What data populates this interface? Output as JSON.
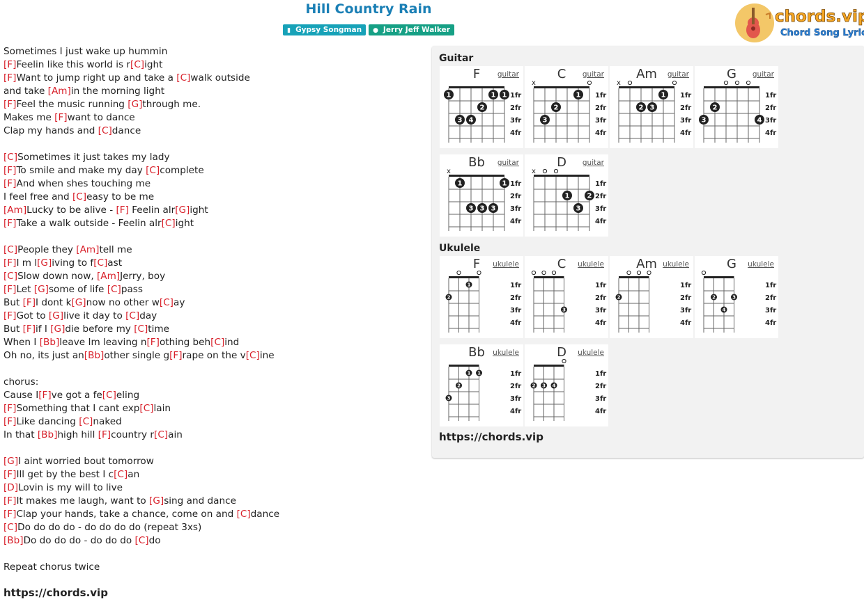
{
  "song": {
    "title": "Hill Country Rain",
    "tag_song": "Gypsy Songman",
    "tag_artist": "Jerry Jeff Walker"
  },
  "logo": {
    "brand": "chords.vip",
    "tagline": "Chord Song Lyric",
    "brand_color": "#f5a623",
    "tagline_color": "#2a7fd4"
  },
  "lyrics": [
    [
      {
        "t": "Sometimes I just wake up hummin"
      }
    ],
    [
      {
        "c": "[F]"
      },
      {
        "t": "Feelin like this world is r"
      },
      {
        "c": "[C]"
      },
      {
        "t": "ight"
      }
    ],
    [
      {
        "c": "[F]"
      },
      {
        "t": "Want to jump right up and take a "
      },
      {
        "c": "[C]"
      },
      {
        "t": "walk outside"
      }
    ],
    [
      {
        "t": "and take "
      },
      {
        "c": "[Am]"
      },
      {
        "t": "in the morning light"
      }
    ],
    [
      {
        "c": "[F]"
      },
      {
        "t": "Feel the music running "
      },
      {
        "c": "[G]"
      },
      {
        "t": "through me."
      }
    ],
    [
      {
        "t": "Makes me "
      },
      {
        "c": "[F]"
      },
      {
        "t": "want to dance"
      }
    ],
    [
      {
        "t": "Clap my hands and "
      },
      {
        "c": "[C]"
      },
      {
        "t": "dance"
      }
    ],
    [],
    [
      {
        "c": "[C]"
      },
      {
        "t": "Sometimes it just takes my lady"
      }
    ],
    [
      {
        "c": "[F]"
      },
      {
        "t": "To smile and make my day "
      },
      {
        "c": "[C]"
      },
      {
        "t": "complete"
      }
    ],
    [
      {
        "c": "[F]"
      },
      {
        "t": "And when shes touching me"
      }
    ],
    [
      {
        "t": "I feel free and "
      },
      {
        "c": "[C]"
      },
      {
        "t": "easy to be me"
      }
    ],
    [
      {
        "c": "[Am]"
      },
      {
        "t": "Lucky to be alive - "
      },
      {
        "c": "[F]"
      },
      {
        "t": " Feelin alr"
      },
      {
        "c": "[G]"
      },
      {
        "t": "ight"
      }
    ],
    [
      {
        "c": "[F]"
      },
      {
        "t": "Take a walk outside - Feelin alr"
      },
      {
        "c": "[C]"
      },
      {
        "t": "ight"
      }
    ],
    [],
    [
      {
        "c": "[C]"
      },
      {
        "t": "People they "
      },
      {
        "c": "[Am]"
      },
      {
        "t": "tell me"
      }
    ],
    [
      {
        "c": "[F]"
      },
      {
        "t": "I m l"
      },
      {
        "c": "[G]"
      },
      {
        "t": "iving to f"
      },
      {
        "c": "[C]"
      },
      {
        "t": "ast"
      }
    ],
    [
      {
        "c": "[C]"
      },
      {
        "t": "Slow down now, "
      },
      {
        "c": "[Am]"
      },
      {
        "t": "Jerry, boy"
      }
    ],
    [
      {
        "c": "[F]"
      },
      {
        "t": "Let "
      },
      {
        "c": "[G]"
      },
      {
        "t": "some of life "
      },
      {
        "c": "[C]"
      },
      {
        "t": "pass"
      }
    ],
    [
      {
        "t": "But "
      },
      {
        "c": "[F]"
      },
      {
        "t": "I dont k"
      },
      {
        "c": "[G]"
      },
      {
        "t": "now no other w"
      },
      {
        "c": "[C]"
      },
      {
        "t": "ay"
      }
    ],
    [
      {
        "c": "[F]"
      },
      {
        "t": "Got to "
      },
      {
        "c": "[G]"
      },
      {
        "t": "live it day to "
      },
      {
        "c": "[C]"
      },
      {
        "t": "day"
      }
    ],
    [
      {
        "t": "But "
      },
      {
        "c": "[F]"
      },
      {
        "t": "if I "
      },
      {
        "c": "[G]"
      },
      {
        "t": "die before my "
      },
      {
        "c": "[C]"
      },
      {
        "t": "time"
      }
    ],
    [
      {
        "t": "When I "
      },
      {
        "c": "[Bb]"
      },
      {
        "t": "leave Im leaving n"
      },
      {
        "c": "[F]"
      },
      {
        "t": "othing beh"
      },
      {
        "c": "[C]"
      },
      {
        "t": "ind"
      }
    ],
    [
      {
        "t": "Oh no, its just an"
      },
      {
        "c": "[Bb]"
      },
      {
        "t": "other single g"
      },
      {
        "c": "[F]"
      },
      {
        "t": "rape on the v"
      },
      {
        "c": "[C]"
      },
      {
        "t": "ine"
      }
    ],
    [],
    [
      {
        "t": "chorus:"
      }
    ],
    [
      {
        "t": "Cause I"
      },
      {
        "c": "[F]"
      },
      {
        "t": "ve got a fe"
      },
      {
        "c": "[C]"
      },
      {
        "t": "eling"
      }
    ],
    [
      {
        "c": "[F]"
      },
      {
        "t": "Something that I cant exp"
      },
      {
        "c": "[C]"
      },
      {
        "t": "lain"
      }
    ],
    [
      {
        "c": "[F]"
      },
      {
        "t": "Like dancing "
      },
      {
        "c": "[C]"
      },
      {
        "t": "naked"
      }
    ],
    [
      {
        "t": "In that "
      },
      {
        "c": "[Bb]"
      },
      {
        "t": "high hill "
      },
      {
        "c": "[F]"
      },
      {
        "t": "country r"
      },
      {
        "c": "[C]"
      },
      {
        "t": "ain"
      }
    ],
    [],
    [
      {
        "c": "[G]"
      },
      {
        "t": "I aint worried bout tomorrow"
      }
    ],
    [
      {
        "c": "[F]"
      },
      {
        "t": "Ill get by the best I c"
      },
      {
        "c": "[C]"
      },
      {
        "t": "an"
      }
    ],
    [
      {
        "c": "[D]"
      },
      {
        "t": "Lovin is my will to live"
      }
    ],
    [
      {
        "c": "[F]"
      },
      {
        "t": "It makes me laugh, want to "
      },
      {
        "c": "[G]"
      },
      {
        "t": "sing and dance"
      }
    ],
    [
      {
        "c": "[F]"
      },
      {
        "t": "Clap your hands, take a chance, come on and "
      },
      {
        "c": "[C]"
      },
      {
        "t": "dance"
      }
    ],
    [
      {
        "c": "[C]"
      },
      {
        "t": "Do do do do - do do do do (repeat 3xs)"
      }
    ],
    [
      {
        "c": "[Bb]"
      },
      {
        "t": "Do do do do - do do do "
      },
      {
        "c": "[C]"
      },
      {
        "t": "do"
      }
    ],
    [],
    [
      {
        "t": "Repeat chorus twice"
      }
    ]
  ],
  "footer_site": "https://chords.vip",
  "panel": {
    "guitar_label": "Guitar",
    "ukulele_label": "Ukulele",
    "site": "https://chords.vip",
    "fret_labels": [
      "1fr",
      "2fr",
      "3fr",
      "4fr"
    ],
    "guitar": [
      {
        "name": "F",
        "type": "guitar",
        "top": [
          "",
          "",
          "",
          "",
          "",
          ""
        ],
        "dots": [
          {
            "s": 0,
            "f": 1,
            "n": "1"
          },
          {
            "s": 4,
            "f": 1,
            "n": "1"
          },
          {
            "s": 5,
            "f": 1,
            "n": "1"
          },
          {
            "s": 3,
            "f": 2,
            "n": "2"
          },
          {
            "s": 1,
            "f": 3,
            "n": "3"
          },
          {
            "s": 2,
            "f": 3,
            "n": "4"
          }
        ]
      },
      {
        "name": "C",
        "type": "guitar",
        "top": [
          "x",
          "",
          "",
          "",
          "",
          "o"
        ],
        "dots": [
          {
            "s": 4,
            "f": 1,
            "n": "1"
          },
          {
            "s": 2,
            "f": 2,
            "n": "2"
          },
          {
            "s": 1,
            "f": 3,
            "n": "3"
          }
        ]
      },
      {
        "name": "Am",
        "type": "guitar",
        "top": [
          "x",
          "o",
          "",
          "",
          "",
          "o"
        ],
        "dots": [
          {
            "s": 4,
            "f": 1,
            "n": "1"
          },
          {
            "s": 2,
            "f": 2,
            "n": "2"
          },
          {
            "s": 3,
            "f": 2,
            "n": "3"
          }
        ]
      },
      {
        "name": "G",
        "type": "guitar",
        "top": [
          "",
          "",
          "o",
          "o",
          "o",
          ""
        ],
        "dots": [
          {
            "s": 1,
            "f": 2,
            "n": "2"
          },
          {
            "s": 0,
            "f": 3,
            "n": "3"
          },
          {
            "s": 5,
            "f": 3,
            "n": "4"
          }
        ]
      },
      {
        "name": "Bb",
        "type": "guitar",
        "top": [
          "x",
          "",
          "",
          "",
          "",
          ""
        ],
        "dots": [
          {
            "s": 1,
            "f": 1,
            "n": "1"
          },
          {
            "s": 5,
            "f": 1,
            "n": "1"
          },
          {
            "s": 2,
            "f": 3,
            "n": "3"
          },
          {
            "s": 3,
            "f": 3,
            "n": "3"
          },
          {
            "s": 4,
            "f": 3,
            "n": "3"
          }
        ]
      },
      {
        "name": "D",
        "type": "guitar",
        "top": [
          "x",
          "o",
          "o",
          "",
          "",
          ""
        ],
        "dots": [
          {
            "s": 3,
            "f": 2,
            "n": "1"
          },
          {
            "s": 5,
            "f": 2,
            "n": "2"
          },
          {
            "s": 4,
            "f": 3,
            "n": "3"
          }
        ]
      }
    ],
    "ukulele": [
      {
        "name": "F",
        "type": "ukulele",
        "top": [
          "",
          "o",
          "",
          "o"
        ],
        "dots": [
          {
            "s": 2,
            "f": 1,
            "n": "1"
          },
          {
            "s": 0,
            "f": 2,
            "n": "2"
          }
        ]
      },
      {
        "name": "C",
        "type": "ukulele",
        "top": [
          "o",
          "o",
          "o",
          ""
        ],
        "dots": [
          {
            "s": 3,
            "f": 3,
            "n": "3"
          }
        ]
      },
      {
        "name": "Am",
        "type": "ukulele",
        "top": [
          "",
          "o",
          "o",
          "o"
        ],
        "dots": [
          {
            "s": 0,
            "f": 2,
            "n": "2"
          }
        ]
      },
      {
        "name": "G",
        "type": "ukulele",
        "top": [
          "o",
          "",
          "",
          ""
        ],
        "dots": [
          {
            "s": 1,
            "f": 2,
            "n": "2"
          },
          {
            "s": 3,
            "f": 2,
            "n": "3"
          },
          {
            "s": 2,
            "f": 3,
            "n": "4"
          }
        ]
      },
      {
        "name": "Bb",
        "type": "ukulele",
        "top": [
          "",
          "",
          "",
          ""
        ],
        "dots": [
          {
            "s": 2,
            "f": 1,
            "n": "1"
          },
          {
            "s": 3,
            "f": 1,
            "n": "1"
          },
          {
            "s": 1,
            "f": 2,
            "n": "2"
          },
          {
            "s": 0,
            "f": 3,
            "n": "3"
          }
        ]
      },
      {
        "name": "D",
        "type": "ukulele",
        "top": [
          "",
          "",
          "",
          "o"
        ],
        "dots": [
          {
            "s": 0,
            "f": 2,
            "n": "2"
          },
          {
            "s": 1,
            "f": 2,
            "n": "3"
          },
          {
            "s": 2,
            "f": 2,
            "n": "4"
          }
        ]
      }
    ]
  }
}
